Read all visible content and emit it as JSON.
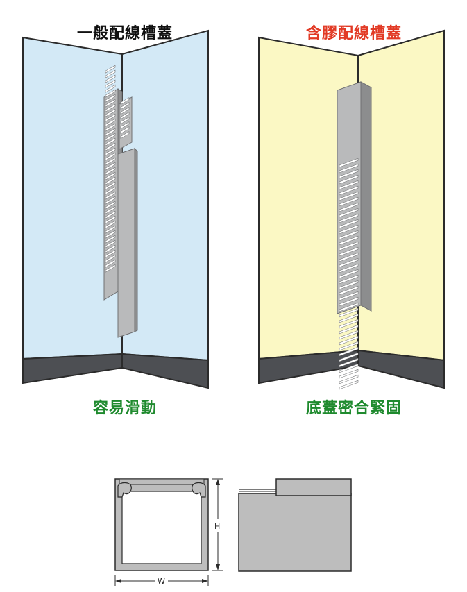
{
  "colors": {
    "panel_left": "#d3e9f6",
    "panel_right": "#fbf8c4",
    "duct_gray": "#b9babb",
    "duct_dark": "#8c8d8e",
    "base_dark": "#4d4f53",
    "caption_green": "#1f8a2e",
    "title_red": "#e23a25",
    "title_black": "#111111"
  },
  "left_panel": {
    "title": "一般配線槽蓋",
    "caption": "容易滑動"
  },
  "right_panel": {
    "title": "含膠配線槽蓋",
    "caption": "底蓋密合緊固"
  },
  "cross_section": {
    "width_label": "W",
    "height_label": "H"
  }
}
